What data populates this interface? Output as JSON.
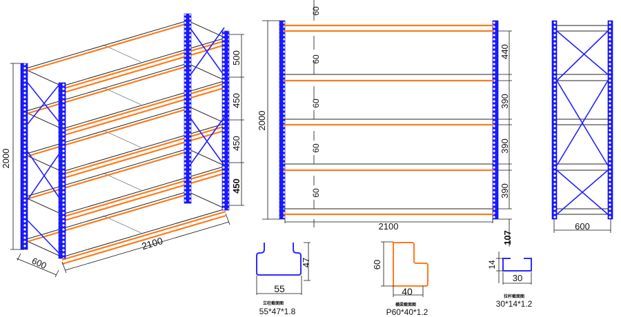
{
  "iso_view": {
    "height_label": "2000",
    "depth_label": "600",
    "length_label": "2100",
    "level_labels": [
      "500",
      "450",
      "450",
      "450"
    ]
  },
  "front_view": {
    "height_label": "2000",
    "length_label": "2100",
    "beam_height_labels": [
      "60",
      "60",
      "60",
      "60",
      "60"
    ],
    "level_labels": [
      "440",
      "390",
      "390",
      "390"
    ],
    "bottom_label": "107"
  },
  "side_view": {
    "depth_label": "600"
  },
  "sections": [
    {
      "title": "立柱截面图",
      "spec": "55*47*1.8",
      "width_label": "55",
      "height_label": "47"
    },
    {
      "title": "横梁截面图",
      "spec": "P60*40*1.2",
      "width_label": "40",
      "height_label": "60"
    },
    {
      "title": "拉杆截面图",
      "spec": "30*14*1.2",
      "width_label": "30",
      "height_label": "14"
    }
  ],
  "colors": {
    "upright": "#1a1aff",
    "beam": "#ff7a1a"
  }
}
